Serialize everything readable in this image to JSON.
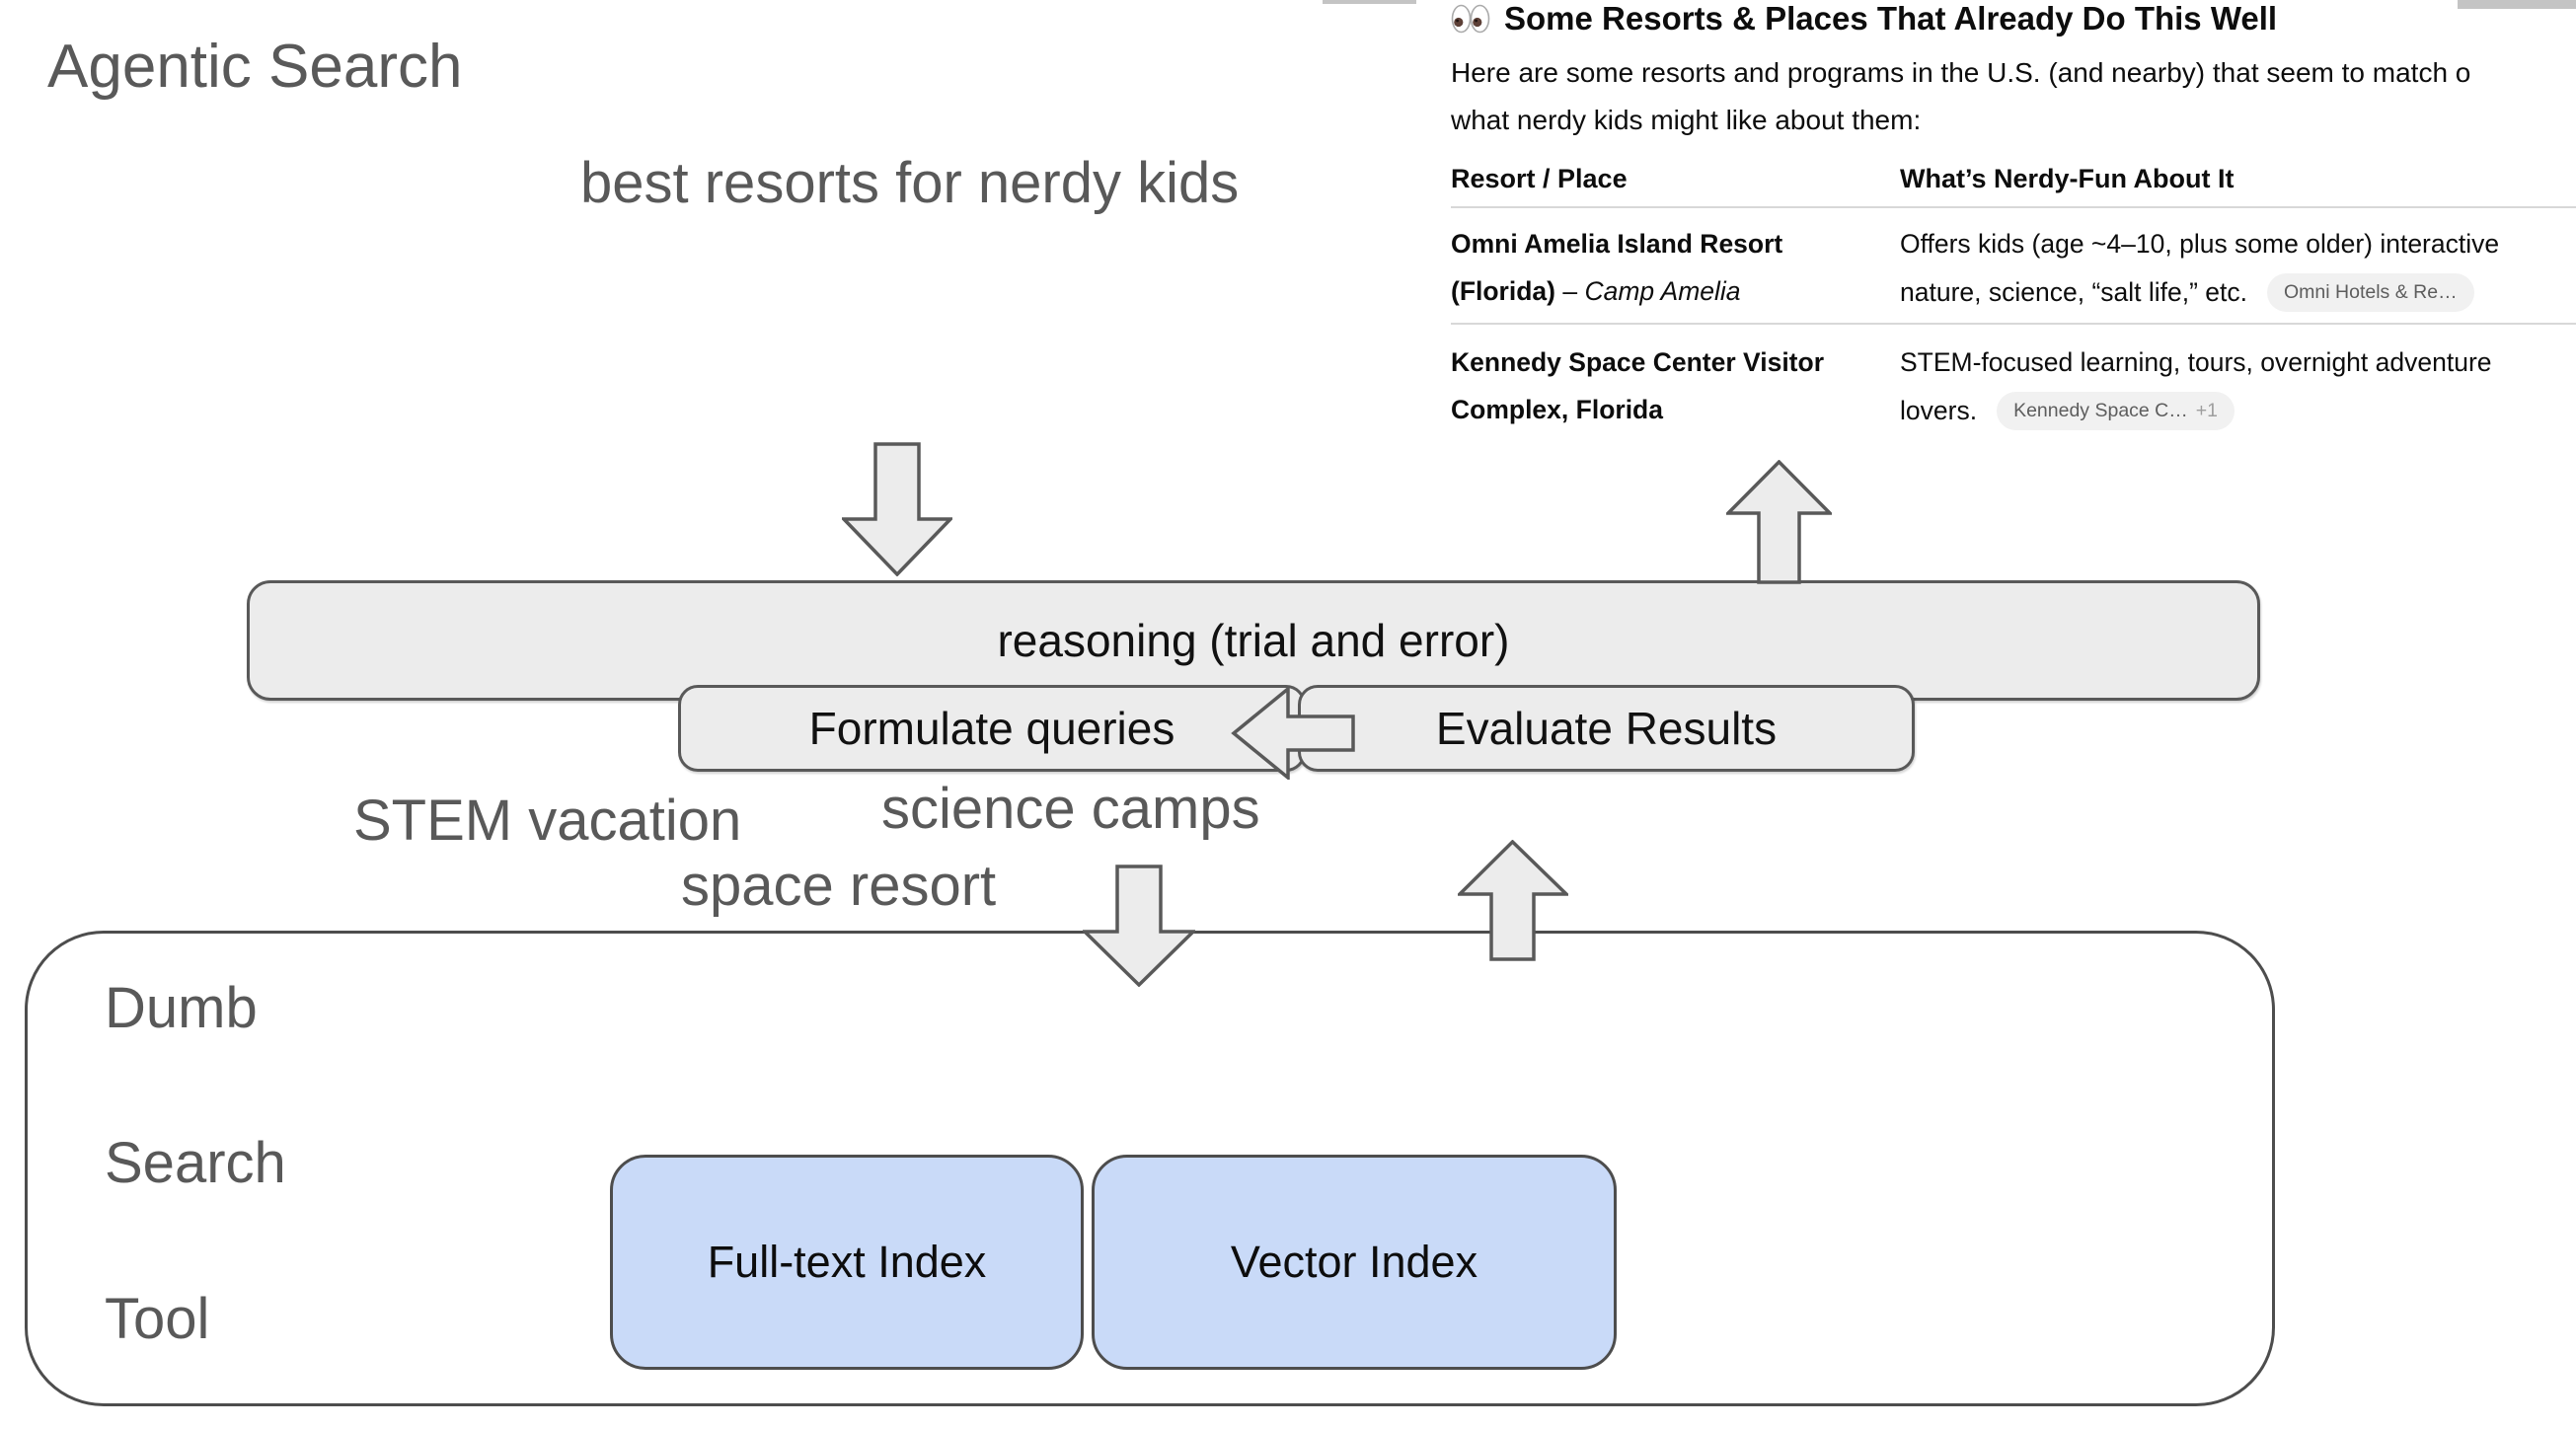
{
  "diagram": {
    "title": "Agentic Search",
    "user_query": "best resorts for nerdy kids",
    "reasoning_label": "reasoning (trial and error)",
    "formulate_label": "Formulate queries",
    "evaluate_label": "Evaluate Results",
    "search_queries": [
      "STEM vacation",
      "science camps",
      "space resort"
    ],
    "tool_lines": [
      "Dumb",
      "Search",
      "Tool"
    ],
    "index_boxes": [
      "Full-text Index",
      "Vector Index"
    ],
    "colors": {
      "text_gray": "#595959",
      "process_box_fill": "#ececec",
      "process_box_border": "#595959",
      "index_box_fill": "#c9daf8"
    }
  },
  "results_panel": {
    "icon": "eyes-emoji",
    "title": "Some Resorts & Places That Already Do This Well",
    "intro_lines": [
      "Here are some resorts and programs in the U.S. (and nearby) that seem to match o",
      "what nerdy kids might like about them:"
    ],
    "table": {
      "col1_header": "Resort / Place",
      "col2_header": "What’s Nerdy-Fun About It",
      "rows": [
        {
          "name_line1": "Omni Amelia Island Resort",
          "name_line2_bold": "(Florida)",
          "name_line2_sep": " – ",
          "name_line2_italic": "Camp Amelia",
          "desc_line1": "Offers kids (age ~4–10, plus some older) interactive",
          "desc_line2": "nature, science, “salt life,” etc.",
          "badge_label": "Omni Hotels & Re…",
          "badge_extra": ""
        },
        {
          "name_line1": "Kennedy Space Center Visitor",
          "name_line2_bold": "Complex, Florida",
          "name_line2_sep": "",
          "name_line2_italic": "",
          "desc_line1": "STEM-focused learning, tours, overnight adventure",
          "desc_line2": "lovers.",
          "badge_label": "Kennedy Space C…",
          "badge_extra": "+1"
        }
      ]
    }
  }
}
